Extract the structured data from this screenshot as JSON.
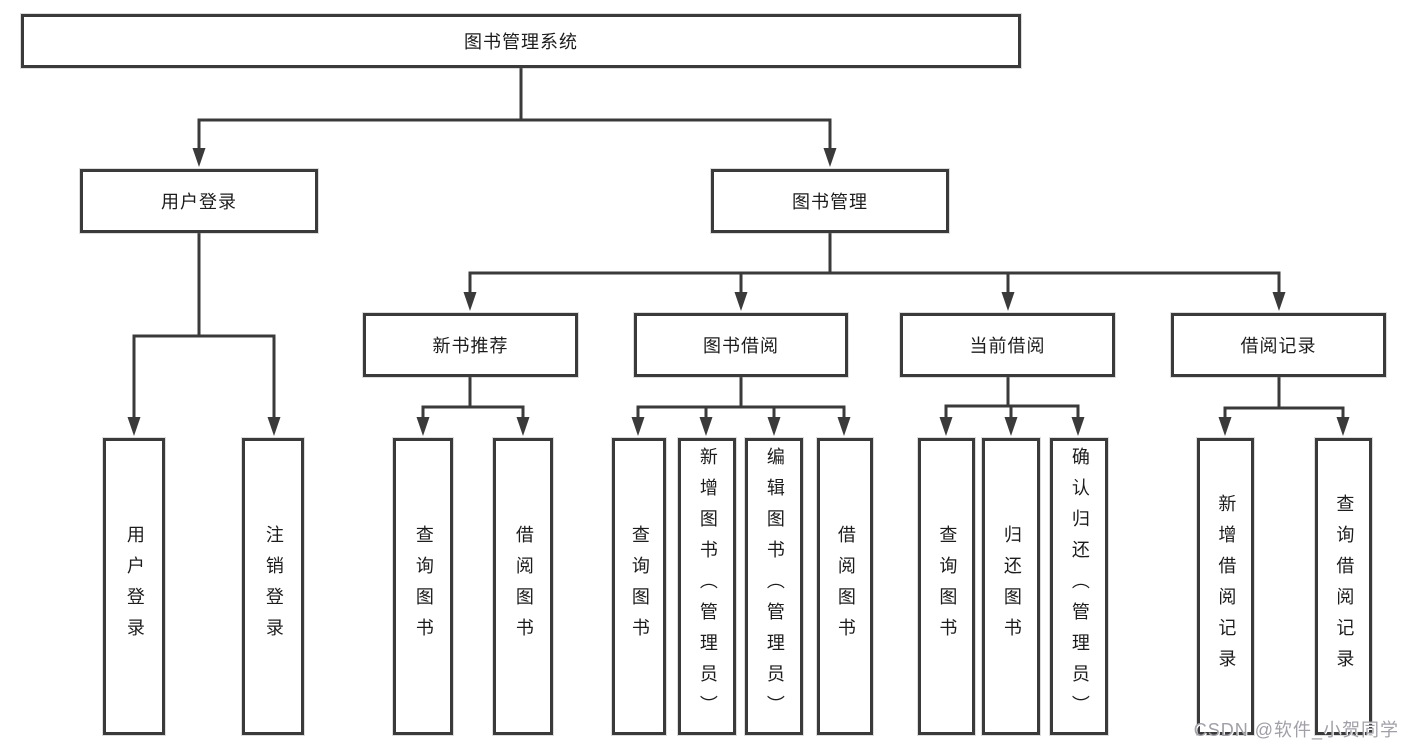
{
  "nodes": {
    "root": "图书管理系统",
    "level2": [
      "用户登录",
      "图书管理"
    ],
    "level3": [
      "新书推荐",
      "图书借阅",
      "当前借阅",
      "借阅记录"
    ],
    "leaves": [
      "用户登录",
      "注销登录",
      "查询图书",
      "借阅图书",
      "查询图书",
      "新增图书（管理员）",
      "编辑图书（管理员）",
      "借阅图书",
      "查询图书",
      "归还图书",
      "确认归还（管理员）",
      "新增借阅记录",
      "查询借阅记录"
    ]
  },
  "watermark": "CSDN @软件_小贺同学",
  "colors": {
    "line": "#3a3a3a",
    "text": "#1c1c1c",
    "watermark": "#a0a0a8",
    "background": "#ffffff"
  }
}
